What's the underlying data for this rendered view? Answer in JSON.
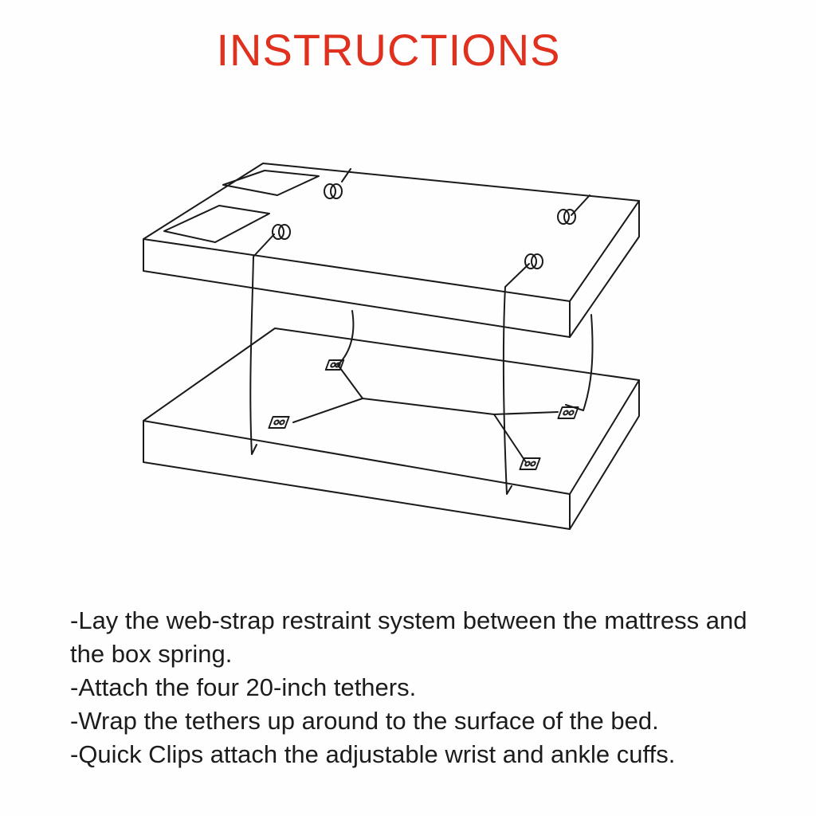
{
  "title": "INSTRUCTIONS",
  "accent_color": "#e0301e",
  "instructions": [
    "-Lay the web-strap restraint system between the mattress and the box spring.",
    "-Attach the four 20-inch tethers.",
    "-Wrap the tethers up around to the surface of the bed.",
    "-Quick Clips attach the adjustable wrist and ankle cuffs."
  ]
}
